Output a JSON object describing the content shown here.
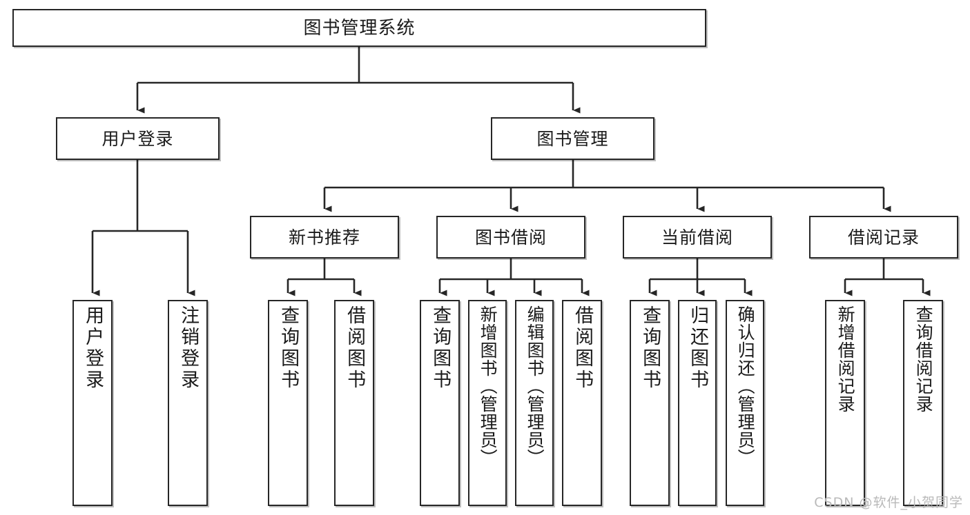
{
  "diagram": {
    "title": "图书管理系统",
    "root": {
      "id": "root",
      "label": "图书管理系统"
    },
    "level2": [
      {
        "id": "user-login",
        "label": "用户登录"
      },
      {
        "id": "book-management",
        "label": "图书管理"
      }
    ],
    "level3": [
      {
        "id": "new-book-recommend",
        "label": "新书推荐"
      },
      {
        "id": "book-borrow",
        "label": "图书借阅"
      },
      {
        "id": "current-borrow",
        "label": "当前借阅"
      },
      {
        "id": "borrow-record",
        "label": "借阅记录"
      }
    ],
    "leaves": {
      "user_login": [
        {
          "id": "leaf-user-login",
          "label": "用户登录"
        },
        {
          "id": "leaf-logout-login",
          "label": "注销登录"
        }
      ],
      "new_book_recommend": [
        {
          "id": "leaf-query-book-1",
          "label": "查询图书"
        },
        {
          "id": "leaf-borrow-book-1",
          "label": "借阅图书"
        }
      ],
      "book_borrow": [
        {
          "id": "leaf-query-book-2",
          "label": "查询图书"
        },
        {
          "id": "leaf-add-book",
          "label": "新增图书（管理员）"
        },
        {
          "id": "leaf-edit-book",
          "label": "编辑图书（管理员）"
        },
        {
          "id": "leaf-borrow-book-2",
          "label": "借阅图书"
        }
      ],
      "current_borrow": [
        {
          "id": "leaf-query-book-3",
          "label": "查询图书"
        },
        {
          "id": "leaf-return-book",
          "label": "归还图书"
        },
        {
          "id": "leaf-confirm-return",
          "label": "确认归还（管理员）"
        }
      ],
      "borrow_record": [
        {
          "id": "leaf-add-record",
          "label": "新增借阅记录"
        },
        {
          "id": "leaf-query-record",
          "label": "查询借阅记录"
        }
      ]
    },
    "colors": {
      "stroke": "#262626",
      "box_fill": "#ffffff",
      "text": "#1a1a1a",
      "background": "#ffffff",
      "watermark": "#b9b9b9"
    }
  },
  "watermark": {
    "text": "CSDN @软件_小贺同学"
  }
}
